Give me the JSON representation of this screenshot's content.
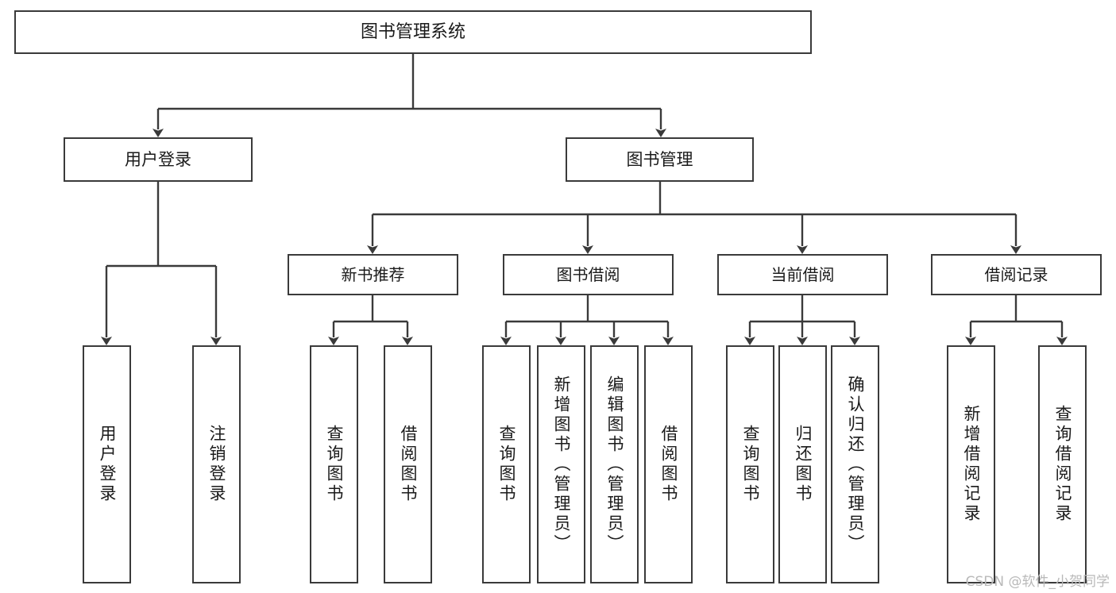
{
  "diagram": {
    "type": "tree",
    "title": "图书管理系统",
    "root": {
      "label": "图书管理系统"
    },
    "level1": [
      {
        "label": "用户登录"
      },
      {
        "label": "图书管理"
      }
    ],
    "level2": [
      {
        "label": "新书推荐"
      },
      {
        "label": "图书借阅"
      },
      {
        "label": "当前借阅"
      },
      {
        "label": "借阅记录"
      }
    ],
    "leaves": [
      {
        "label": "用户登录",
        "parent": "用户登录"
      },
      {
        "label": "注销登录",
        "parent": "用户登录"
      },
      {
        "label": "查询图书",
        "parent": "新书推荐"
      },
      {
        "label": "借阅图书",
        "parent": "新书推荐"
      },
      {
        "label": "查询图书",
        "parent": "图书借阅"
      },
      {
        "label": "新增图书（管理员）",
        "parent": "图书借阅"
      },
      {
        "label": "编辑图书（管理员）",
        "parent": "图书借阅"
      },
      {
        "label": "借阅图书",
        "parent": "图书借阅"
      },
      {
        "label": "查询图书",
        "parent": "当前借阅"
      },
      {
        "label": "归还图书",
        "parent": "当前借阅"
      },
      {
        "label": "确认归还（管理员）",
        "parent": "当前借阅"
      },
      {
        "label": "新增借阅记录",
        "parent": "借阅记录"
      },
      {
        "label": "查询借阅记录",
        "parent": "借阅记录"
      }
    ]
  },
  "watermark": {
    "text": "CSDN @软件_小贺同学"
  },
  "colors": {
    "stroke": "#3a3a3a",
    "fill": "#ffffff",
    "text": "#1a1a1a",
    "watermark": "#b9b9b9"
  }
}
